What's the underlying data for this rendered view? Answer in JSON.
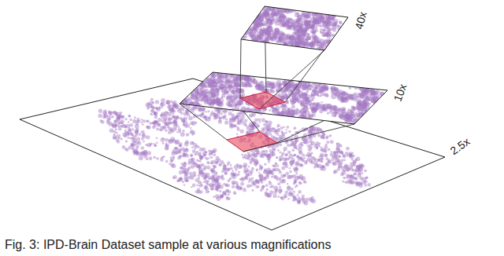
{
  "diagram": {
    "caption": "Fig. 3: IPD-Brain Dataset sample at various magnifications",
    "nodes": [
      {
        "text": [
          "2.5x"
        ]
      },
      {
        "text": [
          "10x"
        ]
      },
      {
        "text": [
          "40x"
        ]
      }
    ],
    "edges": [
      {
        "from": 0,
        "to": 1,
        "arrow": "none"
      },
      {
        "from": 1,
        "to": 2,
        "arrow": "none"
      }
    ]
  }
}
